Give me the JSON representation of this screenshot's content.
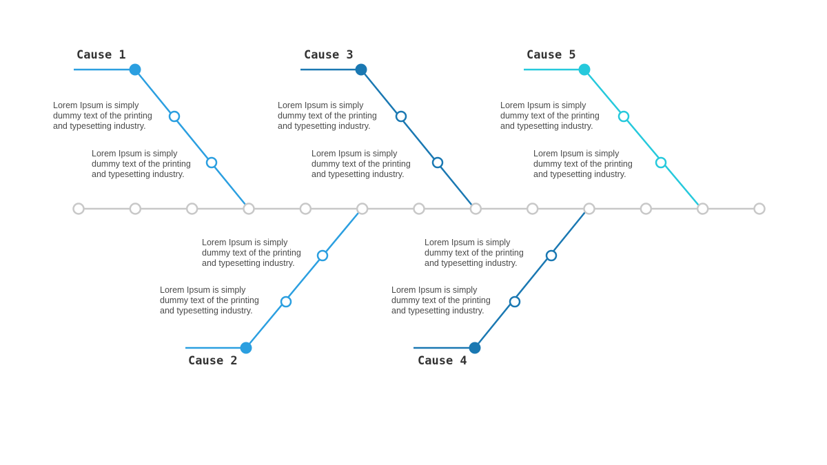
{
  "diagram": {
    "spine_color": "#c8c8c8",
    "spine_node_count": 13,
    "causes": [
      {
        "title": "Cause 1",
        "color": "#2b9fe0",
        "notes": [
          "Lorem Ipsum is simply dummy text of the printing and typesetting industry.",
          "Lorem Ipsum is simply dummy text of the printing and typesetting industry."
        ]
      },
      {
        "title": "Cause 2",
        "color": "#2b9fe0",
        "notes": [
          "Lorem Ipsum is simply dummy text of the printing and typesetting industry.",
          "Lorem Ipsum is simply dummy text of the printing and typesetting industry."
        ]
      },
      {
        "title": "Cause 3",
        "color": "#1a78b2",
        "notes": [
          "Lorem Ipsum is simply dummy text of the printing and typesetting industry.",
          "Lorem Ipsum is simply dummy text of the printing and typesetting industry."
        ]
      },
      {
        "title": "Cause 4",
        "color": "#1a78b2",
        "notes": [
          "Lorem Ipsum is simply dummy text of the printing and typesetting industry.",
          "Lorem Ipsum is simply dummy text of the printing and typesetting industry."
        ]
      },
      {
        "title": "Cause 5",
        "color": "#26c9dc",
        "notes": [
          "Lorem Ipsum is simply dummy text of the printing and typesetting industry.",
          "Lorem Ipsum is simply dummy text of the printing and typesetting industry."
        ]
      }
    ]
  }
}
